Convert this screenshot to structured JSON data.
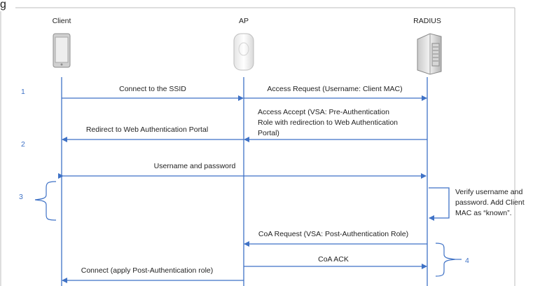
{
  "heading_fragment": "g",
  "actors": {
    "client": {
      "label": "Client",
      "icon": "tablet-icon"
    },
    "ap": {
      "label": "AP",
      "icon": "access-point-icon"
    },
    "radius": {
      "label": "RADIUS",
      "icon": "server-icon"
    }
  },
  "steps": {
    "s1": "1",
    "s2": "2",
    "s3": "3",
    "s4": "4"
  },
  "messages": {
    "connect_ssid": "Connect to the SSID",
    "access_request": "Access Request (Username: Client MAC)",
    "access_accept": [
      "Access Accept (VSA: Pre-Authentication",
      "Role with redirection to Web Authentication",
      "Portal)"
    ],
    "redirect_portal": "Redirect to Web Authentication Portal",
    "username_password": "Username and password",
    "verify": [
      "Verify username and",
      "password. Add Client",
      "MAC as “known”."
    ],
    "coa_request": "CoA Request (VSA: Post-Authentication Role)",
    "coa_ack": "CoA ACK",
    "connect_apply": "Connect (apply Post-Authentication role)"
  },
  "colors": {
    "line": "#3f72c6",
    "text": "#222222"
  }
}
